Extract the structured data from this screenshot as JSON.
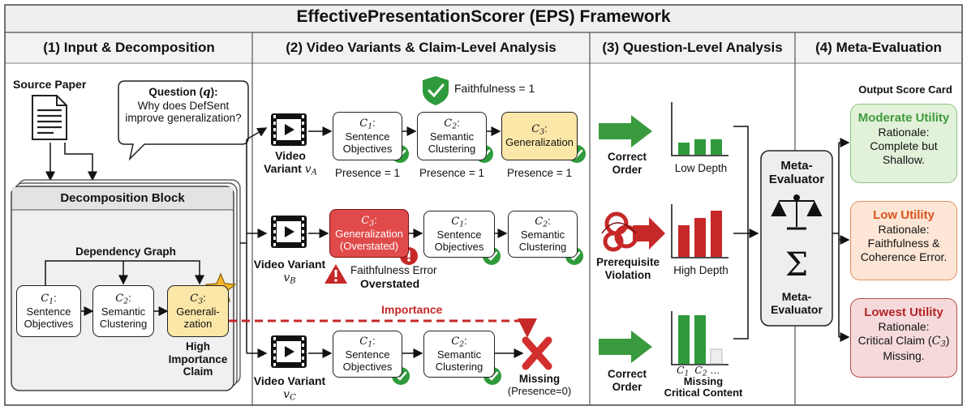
{
  "title": "EffectivePresentationScorer (EPS) Framework",
  "sections": [
    "(1) Input & Decomposition",
    "(2) Video Variants & Claim-Level Analysis",
    "(3) Question-Level Analysis",
    "(4) Meta-Evaluation"
  ],
  "input": {
    "source_paper": "Source Paper",
    "question_label": "Question (",
    "question_symbol": "q",
    "question_close": "):",
    "question_text_1": "Why does DefSent",
    "question_text_2": "improve generalization?"
  },
  "decomposition": {
    "block_title": "Decomposition Block",
    "graph_label": "Dependency Graph",
    "c1_lines": [
      "Sentence",
      "Objectives"
    ],
    "c2_lines": [
      "Semantic",
      "Clustering"
    ],
    "c3_lines": [
      "Generali-",
      "zation"
    ],
    "high_importance": [
      "High",
      "Importance",
      "Claim"
    ]
  },
  "claims": {
    "c1": [
      "Sentence",
      "Objectives"
    ],
    "c2": [
      "Semantic",
      "Clustering"
    ],
    "c3": [
      "Generalization"
    ],
    "c3_overstated": [
      "Generalization",
      "(Overstated)"
    ]
  },
  "variant_a": {
    "label": "Video",
    "label2": "Variant",
    "symbol": "v",
    "sub": "A",
    "faithfulness": "Faithfulness = 1",
    "presence": [
      "Presence = 1",
      "Presence = 1",
      "Presence = 1"
    ]
  },
  "variant_b": {
    "label": "Video Variant",
    "symbol": "v",
    "sub": "B",
    "error_line1": "Faithfulness Error",
    "error_line2": "Overstated"
  },
  "variant_c": {
    "label": "Video Variant",
    "symbol": "v",
    "sub": "C",
    "missing": "Missing",
    "presence": "(Presence=0)"
  },
  "importance_label": "Importance",
  "question_level": {
    "row_a": {
      "order": [
        "Correct",
        "Order"
      ],
      "depth": "Low Depth",
      "bars": [
        0.25,
        0.32,
        0.32
      ]
    },
    "row_b": {
      "order": [
        "Prerequisite",
        "Violation"
      ],
      "depth": "High Depth",
      "bars": [
        0.65,
        0.8,
        0.95
      ]
    },
    "row_c": {
      "order": [
        "Correct",
        "Order"
      ],
      "missing": [
        "Missing",
        "Critical Content"
      ],
      "bars": [
        1.0,
        1.0,
        0.3
      ],
      "tick_more": "…"
    }
  },
  "meta": {
    "evaluator_title": [
      "Meta-",
      "Evaluator"
    ],
    "evaluator_sub": [
      "Meta-",
      "Evaluator"
    ],
    "output_title": "Output Score Card",
    "cards": [
      {
        "title": "Moderate Utility",
        "lines": [
          "Rationale:",
          "Complete but",
          "Shallow."
        ],
        "color": "#3e9a3e"
      },
      {
        "title": "Low Utility",
        "lines": [
          "Rationale:",
          "Faithfulness &",
          "Coherence Error."
        ],
        "color": "#d9531e"
      },
      {
        "title": "Lowest Utility",
        "lines": [
          "Rationale:",
          "Critical Claim (",
          ")",
          "Missing."
        ],
        "color": "#b3262c"
      }
    ]
  },
  "colors": {
    "green": "#2f9a3b",
    "red": "#c62828",
    "yellow_fill": "#fbe7a8",
    "red_fill": "#e04a4a"
  }
}
